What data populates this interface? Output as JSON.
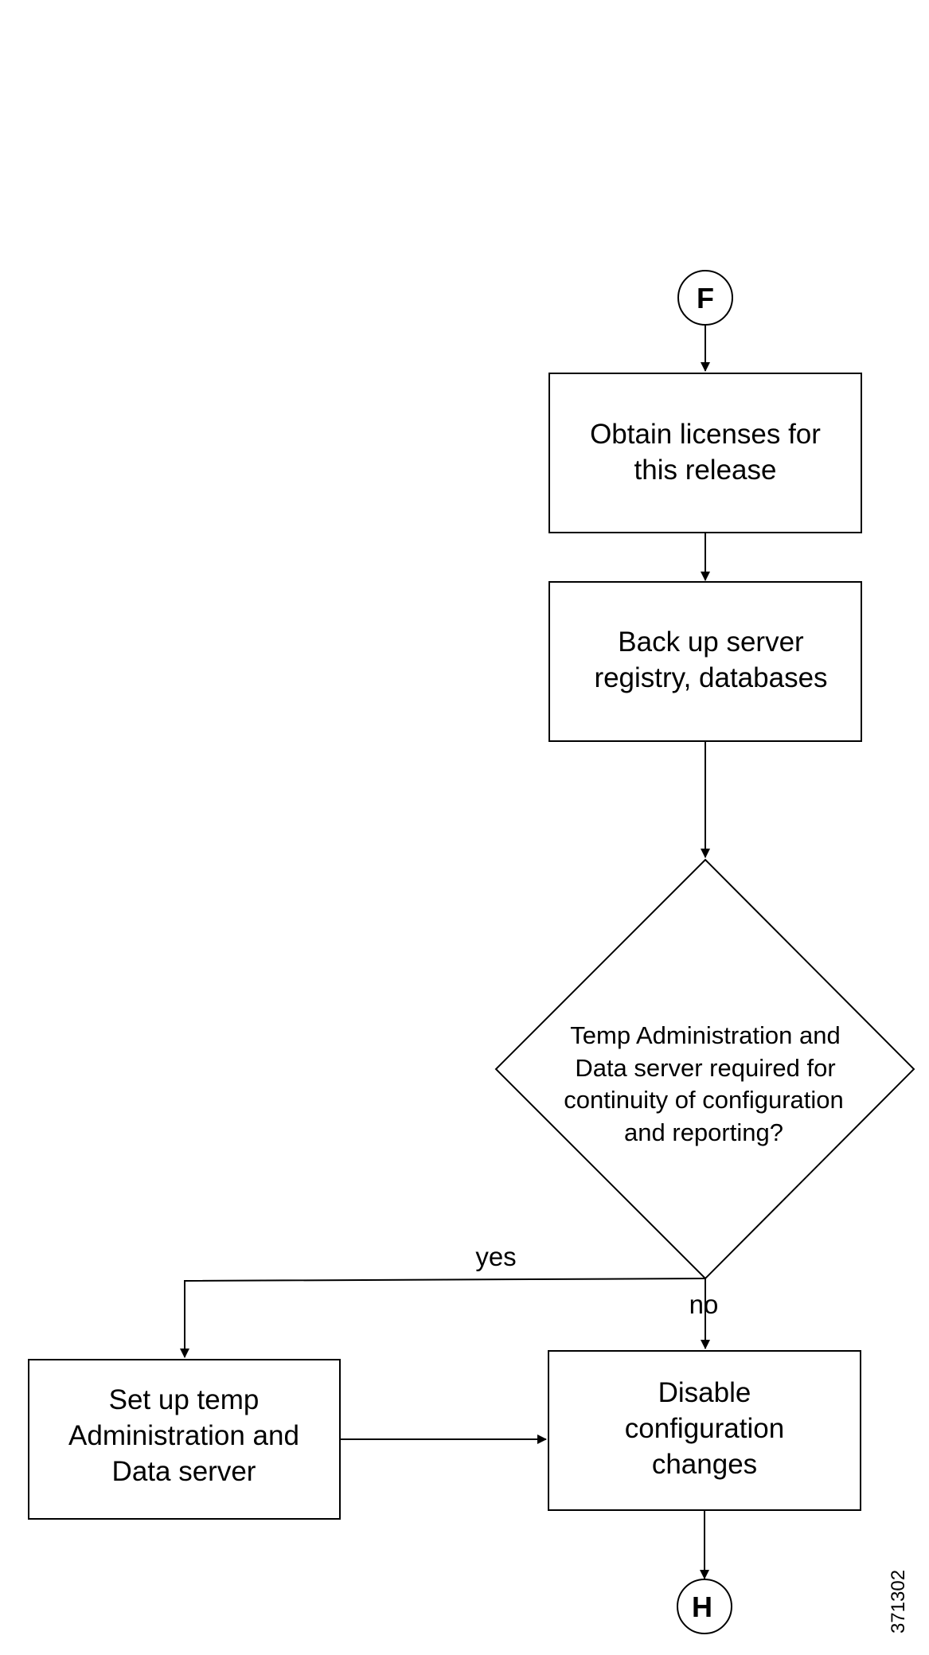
{
  "connectors": {
    "start": "F",
    "end": "H"
  },
  "steps": {
    "obtain_licenses": [
      "Obtain licenses for",
      "this release"
    ],
    "back_up": [
      "Back up server",
      "registry, databases"
    ],
    "decision": [
      "Temp Administration and",
      "Data server required for",
      "continuity of configuration",
      "and reporting?"
    ],
    "set_up_temp": [
      "Set up temp",
      "Administration and",
      "Data server"
    ],
    "disable_changes": [
      "Disable",
      "configuration",
      "changes"
    ]
  },
  "branches": {
    "yes": "yes",
    "no": "no"
  },
  "figure_id": "371302"
}
